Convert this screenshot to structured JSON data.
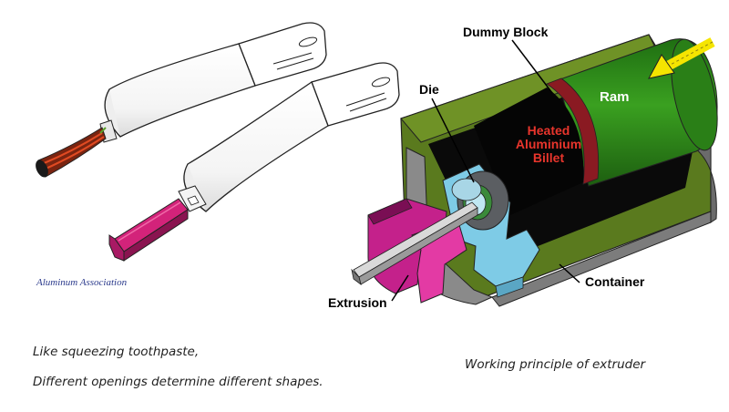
{
  "left_figure": {
    "source_label": "Aluminum Association",
    "caption_line1": "Like squeezing toothpaste,",
    "caption_line2": "Different openings determine different shapes."
  },
  "right_figure": {
    "labels": {
      "dummy_block": "Dummy Block",
      "die": "Die",
      "ram": "Ram",
      "billet_line1": "Heated",
      "billet_line2": "Aluminium",
      "billet_line3": "Billet",
      "container": "Container",
      "extrusion": "Extrusion"
    },
    "caption": "Working principle of extruder"
  },
  "colors": {
    "container": "#5a7a1e",
    "ram": "#2e8a1a",
    "billet_text": "#e8352c",
    "die_ring": "#5b5e62",
    "die_holder": "#7ecbe6",
    "backer": "#c4218b",
    "pushing_arrow": "#f5e500",
    "toothpaste_red": "#c8381f",
    "toothpaste_pink": "#d3237a"
  }
}
